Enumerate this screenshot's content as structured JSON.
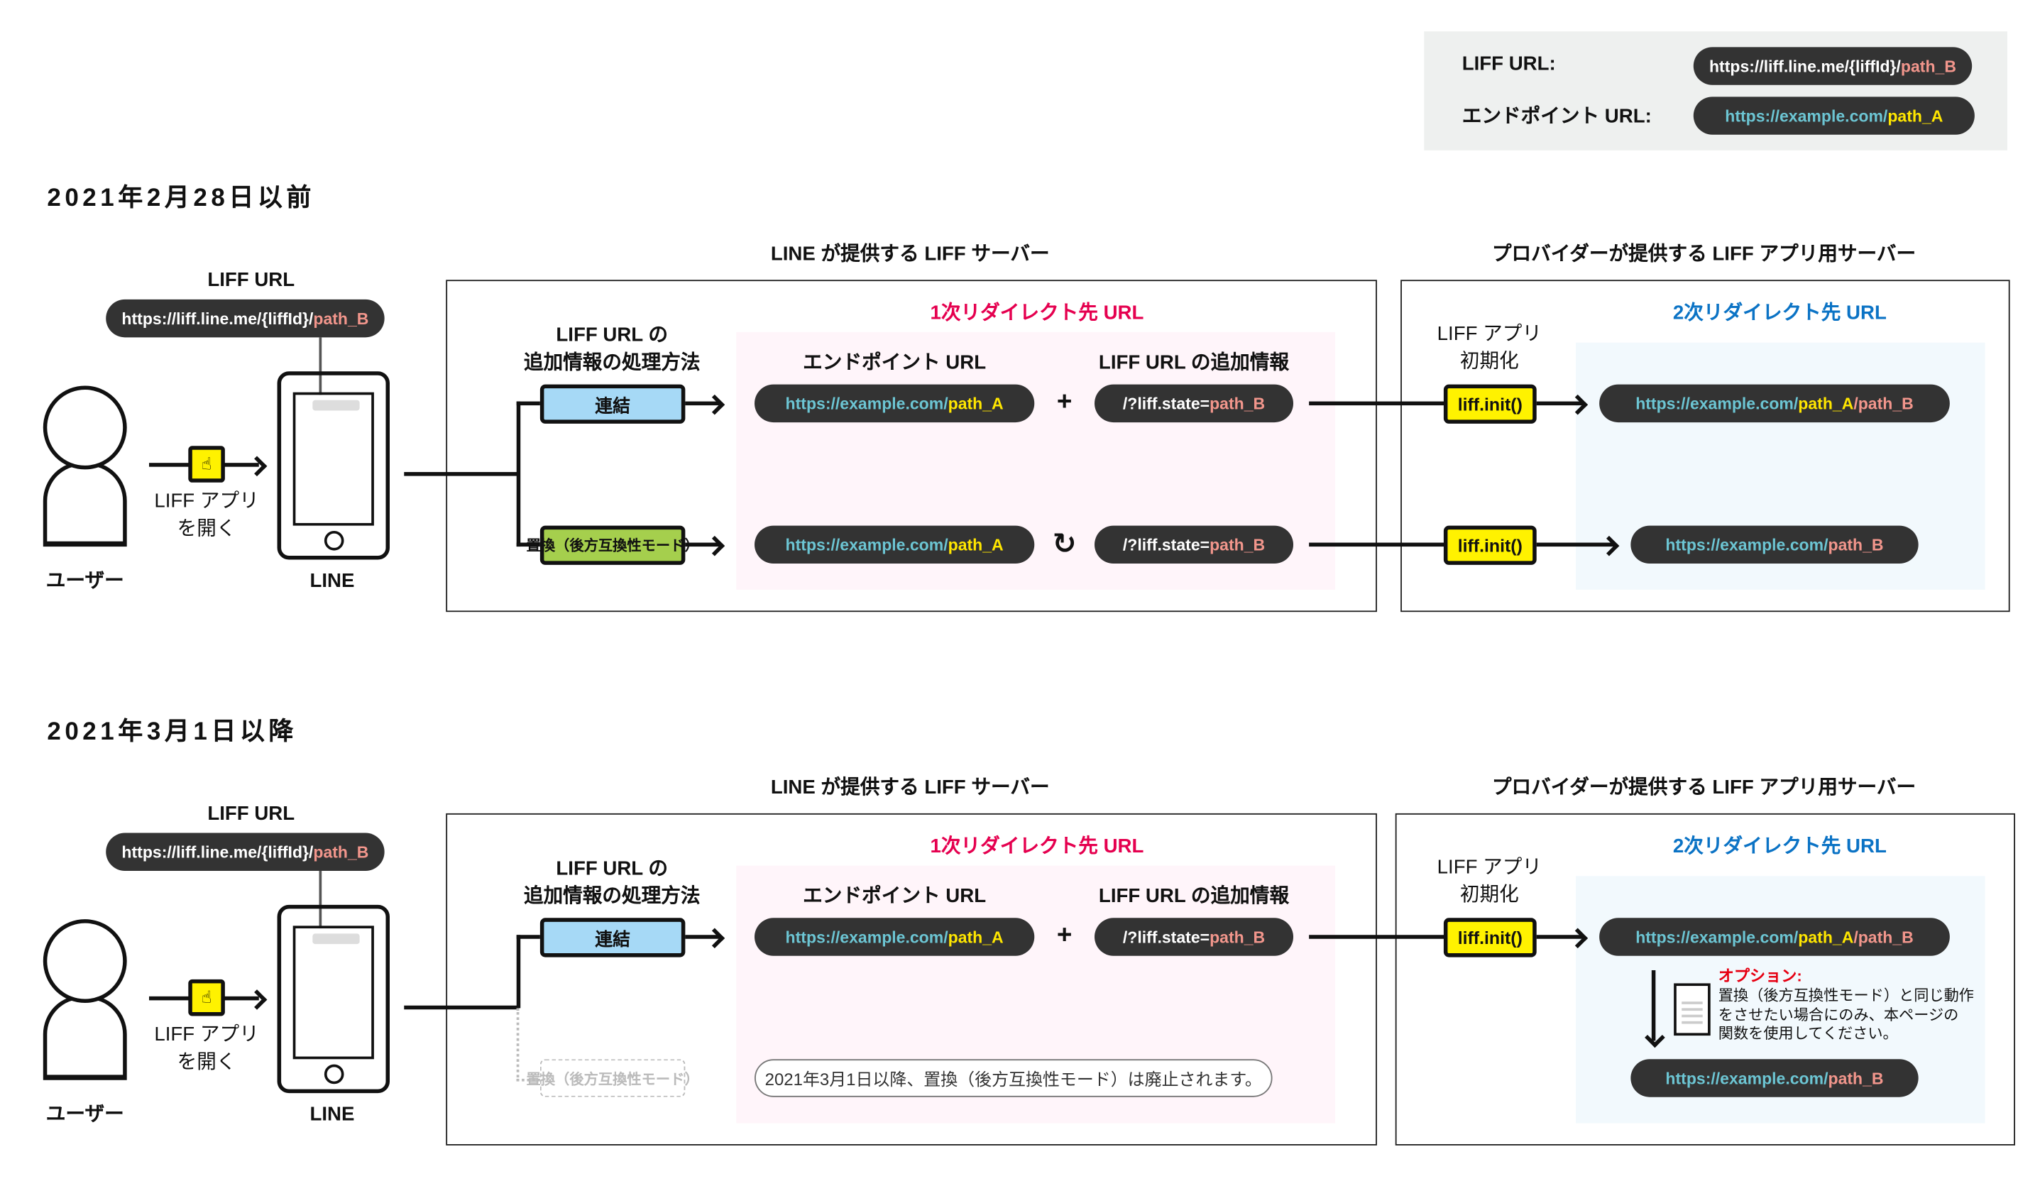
{
  "colors": {
    "pill_bg": "#333333",
    "host": "#6cc5d3",
    "path_a": "#ffe600",
    "path_b": "#f2968c",
    "white": "#ffffff",
    "first_redirect": "#e5004f",
    "second_redirect": "#0b73c5",
    "concat": "#a6d9f6",
    "replace": "#a5cf4d",
    "liff_init": "#fff200",
    "pink_bg": "#fff5fa",
    "blue_bg": "#f2f9fd",
    "legend_bg": "#eef0ef"
  },
  "legend": {
    "liff_label": "LIFF URL:",
    "endpoint_label": "エンドポイント URL:",
    "liff_url": [
      [
        "https://liff.line.me/{liffId}/",
        "white"
      ],
      [
        "path_B",
        "path_b"
      ]
    ],
    "endpoint_url": [
      [
        "https://example.com/",
        "host"
      ],
      [
        "path_A",
        "path_a"
      ]
    ]
  },
  "sections": [
    {
      "title": "2021年2月28日以前",
      "line_server": "LINE が提供する LIFF サーバー",
      "provider_server": "プロバイダーが提供する LIFF アプリ用サーバー",
      "liff_url_label": "LIFF URL",
      "liff_url": [
        [
          "https://liff.line.me/{liffId}/",
          "white"
        ],
        [
          "path_B",
          "path_b"
        ]
      ],
      "open_app_1": "LIFF アプリ",
      "open_app_2": "を開く",
      "user": "ユーザー",
      "line": "LINE",
      "method_1": "LIFF URL の",
      "method_2": "追加情報の処理方法",
      "concat": "連結",
      "replace": "置換（後方互換性モード）",
      "first_redirect": "1次リダイレクト先 URL",
      "endpoint_header": "エンドポイント URL",
      "extra_header": "LIFF URL の追加情報",
      "endpoint_url": [
        [
          "https://example.com/",
          "host"
        ],
        [
          "path_A",
          "path_a"
        ]
      ],
      "state_url": [
        [
          "/?liff.state=",
          "white"
        ],
        [
          "path_B",
          "path_b"
        ]
      ],
      "plus": "+",
      "init_1": "LIFF アプリ",
      "init_2": "初期化",
      "liff_init": "liff.init()",
      "second_redirect": "2次リダイレクト先 URL",
      "result_1": [
        [
          "https://example.com/",
          "host"
        ],
        [
          "path_A",
          "path_a"
        ],
        [
          "/path_B",
          "path_b"
        ]
      ],
      "result_2": [
        [
          "https://example.com/",
          "host"
        ],
        [
          "path_B",
          "path_b"
        ]
      ]
    },
    {
      "title": "2021年3月1日以降",
      "line_server": "LINE が提供する LIFF サーバー",
      "provider_server": "プロバイダーが提供する LIFF アプリ用サーバー",
      "liff_url_label": "LIFF URL",
      "liff_url": [
        [
          "https://liff.line.me/{liffId}/",
          "white"
        ],
        [
          "path_B",
          "path_b"
        ]
      ],
      "open_app_1": "LIFF アプリ",
      "open_app_2": "を開く",
      "user": "ユーザー",
      "line": "LINE",
      "method_1": "LIFF URL の",
      "method_2": "追加情報の処理方法",
      "concat": "連結",
      "replace": "置換（後方互換性モード）",
      "first_redirect": "1次リダイレクト先 URL",
      "endpoint_header": "エンドポイント URL",
      "extra_header": "LIFF URL の追加情報",
      "endpoint_url": [
        [
          "https://example.com/",
          "host"
        ],
        [
          "path_A",
          "path_a"
        ]
      ],
      "state_url": [
        [
          "/?liff.state=",
          "white"
        ],
        [
          "path_B",
          "path_b"
        ]
      ],
      "plus": "+",
      "init_1": "LIFF アプリ",
      "init_2": "初期化",
      "liff_init": "liff.init()",
      "second_redirect": "2次リダイレクト先 URL",
      "result_1": [
        [
          "https://example.com/",
          "host"
        ],
        [
          "path_A",
          "path_a"
        ],
        [
          "/path_B",
          "path_b"
        ]
      ],
      "result_2": [
        [
          "https://example.com/",
          "host"
        ],
        [
          "path_B",
          "path_b"
        ]
      ],
      "deprecation_note": "2021年3月1日以降、置換（後方互換性モード）は廃止されます。",
      "option_label": "オプション:",
      "option_line_1": "置換（後方互換性モード）と同じ動作",
      "option_line_2": "をさせたい場合にのみ、本ページの",
      "option_line_3": "関数を使用してください。"
    }
  ]
}
